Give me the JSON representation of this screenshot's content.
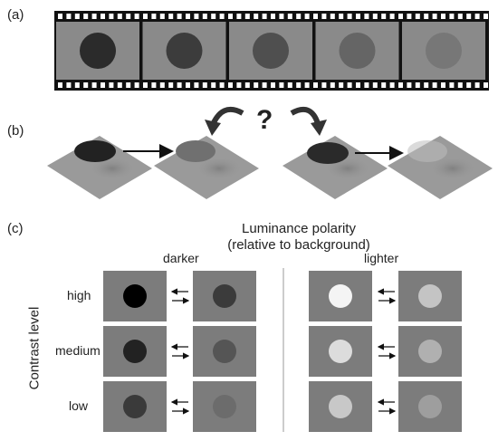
{
  "panels": {
    "a": "(a)",
    "b": "(b)",
    "c": "(c)"
  },
  "film": {
    "frame_disc_colors": [
      "#2b2b2b",
      "#3c3c3c",
      "#4f4f4f",
      "#656565",
      "#777777"
    ],
    "frame_bg": "#8a8a8a",
    "film_color": "#111111"
  },
  "scenario": {
    "question_mark": "?"
  },
  "panel_c": {
    "title_line1": "Luminance polarity",
    "title_line2": "(relative to background)",
    "col_darker": "darker",
    "col_lighter": "lighter",
    "axis_label": "Contrast level",
    "rows": [
      {
        "label": "high",
        "dark_pair": [
          "#000000",
          "#3b3b3b"
        ],
        "light_pair": [
          "#f4f4f4",
          "#c4c4c4"
        ]
      },
      {
        "label": "medium",
        "dark_pair": [
          "#222222",
          "#555555"
        ],
        "light_pair": [
          "#dcdcdc",
          "#b0b0b0"
        ]
      },
      {
        "label": "low",
        "dark_pair": [
          "#3a3a3a",
          "#6c6c6c"
        ],
        "light_pair": [
          "#c8c8c8",
          "#9e9e9e"
        ]
      }
    ],
    "stimulus_bg": "#7c7c7c"
  }
}
